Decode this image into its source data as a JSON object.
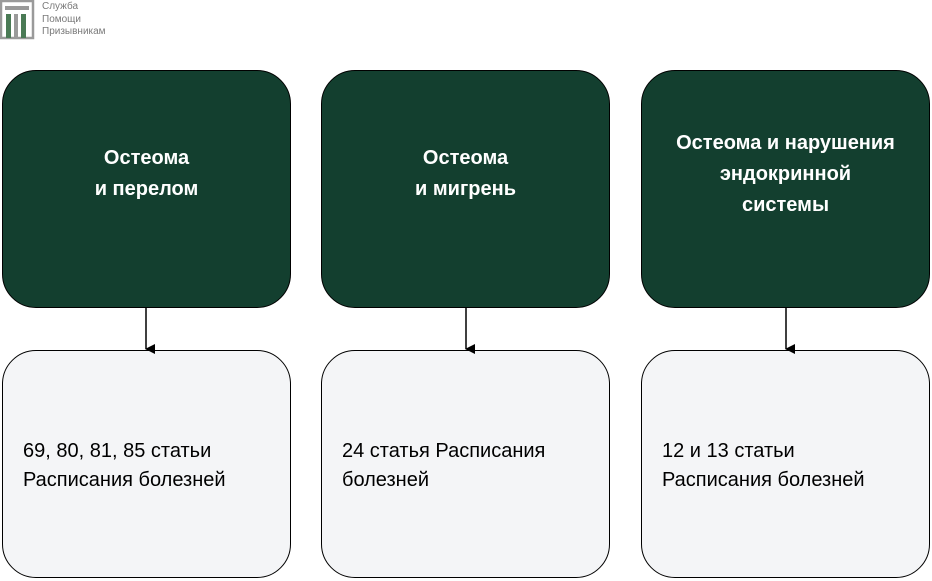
{
  "logo": {
    "lines": [
      "Служба",
      "Помощи",
      "Призывникам"
    ]
  },
  "colors": {
    "header_fill": "#133f2f",
    "detail_fill": "#f4f5f7",
    "logo_gray": "#9a9a9a",
    "logo_green": "#4a7a55"
  },
  "groups": [
    {
      "header": [
        "Остеома",
        "и перелом"
      ],
      "detail": [
        "69, 80, 81, 85 статьи",
        "Расписания болезней"
      ]
    },
    {
      "header": [
        "Остеома",
        "и мигрень"
      ],
      "detail": [
        "24 статья Расписания",
        "болезней"
      ]
    },
    {
      "header": [
        "Остеома и нарушения",
        "эндокринной",
        "системы"
      ],
      "detail": [
        "12 и 13 статьи",
        "Расписания болезней"
      ]
    }
  ]
}
